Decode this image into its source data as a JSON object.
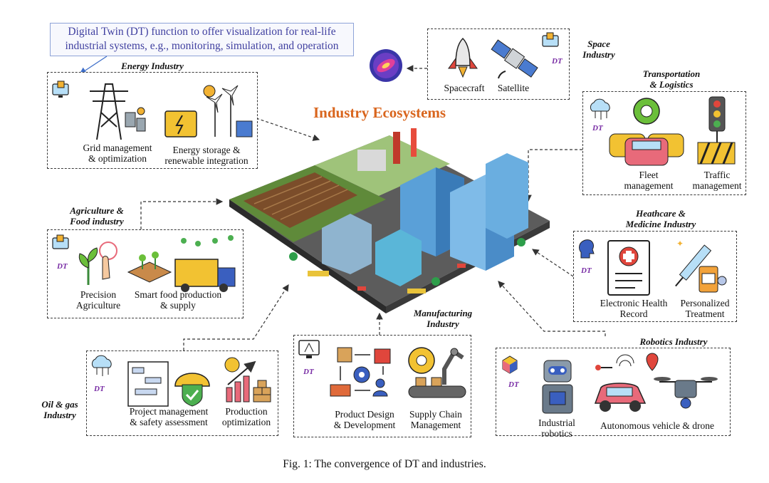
{
  "callout": {
    "line1": "Digital Twin (DT) function to offer visualization for real-life",
    "line2": "industrial systems, e.g., monitoring, simulation, and operation"
  },
  "center_title": "Industry Ecosystems",
  "dt_label": "DT",
  "sections": {
    "energy": {
      "title": "Energy Industry",
      "item1": [
        "Grid management",
        "& optimization"
      ],
      "item2": [
        "Energy storage &",
        "renewable integration"
      ]
    },
    "space": {
      "title": [
        "Space",
        "Industry"
      ],
      "item1": "Spacecraft",
      "item2": "Satellite"
    },
    "transport": {
      "title": [
        "Transportation",
        "& Logistics"
      ],
      "item1": [
        "Fleet",
        "management"
      ],
      "item2": [
        "Traffic",
        "management"
      ]
    },
    "agriculture": {
      "title": [
        "Agriculture &",
        "Food industry"
      ],
      "item1": [
        "Precision",
        "Agriculture"
      ],
      "item2": [
        "Smart food production",
        "& supply"
      ]
    },
    "healthcare": {
      "title": [
        "Heathcare &",
        "Medicine Industry"
      ],
      "item1": [
        "Electronic Health",
        "Record"
      ],
      "item2": [
        "Personalized",
        "Treatment"
      ]
    },
    "oilgas": {
      "title": [
        "Oil & gas",
        "Industry"
      ],
      "item1": [
        "Project management",
        "& safety assessment"
      ],
      "item2": [
        "Production",
        "optimization"
      ]
    },
    "manufacturing": {
      "title": [
        "Manufacturing",
        "Industry"
      ],
      "item1": [
        "Product Design",
        "& Development"
      ],
      "item2": [
        "Supply Chain",
        "Management"
      ]
    },
    "robotics": {
      "title": "Robotics Industry",
      "item1": [
        "Industrial",
        "robotics"
      ],
      "item2": "Autonomous vehicle & drone"
    }
  },
  "caption": "Fig. 1: The convergence of DT and industries.",
  "colors": {
    "callout_border": "#8ea3d8",
    "callout_text": "#4040a0",
    "center_title": "#d9651d",
    "dt_text": "#7a2fa6"
  }
}
